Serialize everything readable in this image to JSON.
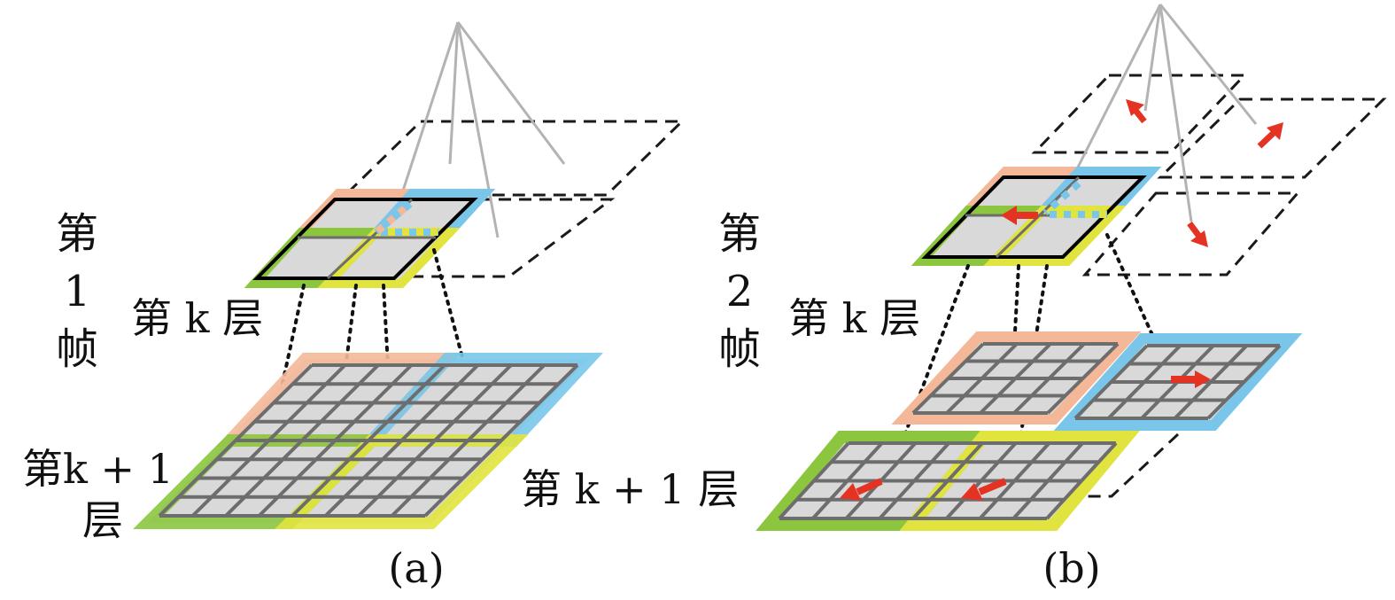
{
  "panel_a": {
    "frame_label": [
      "第",
      "1",
      "帧"
    ],
    "layer_k_label": "第 k 层",
    "layer_k1_label_line1": "第k + 1",
    "layer_k1_label_line2": "层",
    "caption": "(a)"
  },
  "panel_b": {
    "frame_label": [
      "第",
      "2",
      "帧"
    ],
    "layer_k_label": "第 k 层",
    "layer_k1_label": "第 k + 1 层",
    "caption": "(b)"
  },
  "colors": {
    "orange": "#f4b899",
    "blue": "#79c6ea",
    "green": "#8cc63f",
    "yellow": "#e1e43e",
    "cell_fill": "#d9d9d9",
    "grid_line": "#6d6d6d",
    "arrow": "#e53323",
    "camera_line": "#b3b3b3",
    "dashed_line": "#1a1a1a"
  }
}
